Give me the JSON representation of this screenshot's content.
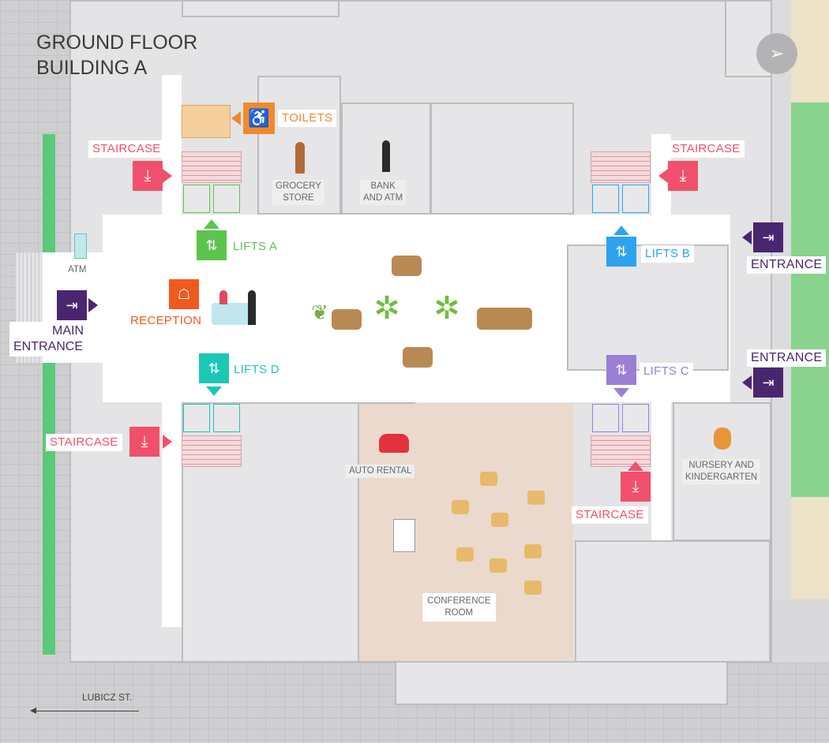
{
  "title": {
    "line1": "GROUND FLOOR",
    "line2": "BUILDING A"
  },
  "compass_icon": "compass-icon",
  "street": {
    "label": "LUBICZ ST."
  },
  "colors": {
    "staircase": "#f0506b",
    "toilets": "#f08a2f",
    "lifts_a": "#5cc34e",
    "lifts_b": "#2da3f0",
    "lifts_c": "#9b7ed6",
    "lifts_d": "#1cc7b6",
    "entrance": "#4a2670",
    "reception": "#f05a1f"
  },
  "labels": {
    "toilets": "TOILETS",
    "staircase_nw": "STAIRCASE",
    "staircase_ne": "STAIRCASE",
    "staircase_sw": "STAIRCASE",
    "staircase_se": "STAIRCASE",
    "lifts_a": "LIFTS A",
    "lifts_b": "LIFTS B",
    "lifts_c": "LIFTS C",
    "lifts_d": "LIFTS D",
    "entrance_e1": "ENTRANCE",
    "entrance_e2": "ENTRANCE",
    "main_entrance_1": "MAIN",
    "main_entrance_2": "ENTRANCE",
    "reception": "RECEPTION"
  },
  "places": {
    "grocery_1": "GROCERY",
    "grocery_2": "STORE",
    "bank_1": "BANK",
    "bank_2": "AND ATM",
    "atm": "ATM",
    "auto_rental": "AUTO RENTAL",
    "conference_1": "CONFERENCE",
    "conference_2": "ROOM",
    "nursery_1": "NURSERY AND",
    "nursery_2": "KINDERGARTEN"
  }
}
